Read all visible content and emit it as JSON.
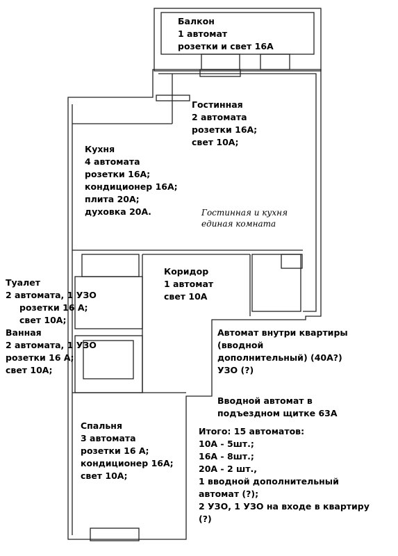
{
  "rooms": {
    "balcony": [
      "Балкон",
      "1 автомат",
      "розетки и свет 16А"
    ],
    "living": [
      "Гостинная",
      "2 автомата",
      "розетки 16А;",
      "свет 10А;"
    ],
    "kitchen": [
      "Кухня",
      "4 автомата",
      "розетки 16А;",
      "кондиционер 16А;",
      "плита 20А;",
      "духовка 20А."
    ],
    "living_note": [
      "Гостинная и кухня",
      "единая комната"
    ],
    "corridor": [
      "Коридор",
      "1 автомат",
      "свет 10А"
    ],
    "toilet": [
      "Туалет",
      "2 автомата, 1 УЗО",
      "розетки 16 А;",
      "свет 10А;"
    ],
    "bathroom": [
      "Ванная",
      "2 автомата, 1 УЗО",
      "розетки 16 А;",
      "свет 10А;"
    ],
    "bedroom": [
      "Спальня",
      "3 автомата",
      "розетки 16 А;",
      "кондиционер 16А;",
      "свет 10А;"
    ]
  },
  "notes": {
    "inner_breaker": [
      "Автомат внутри квартиры",
      "(вводной",
      "дополнительный) (40А?)",
      "УЗО (?)"
    ],
    "input_breaker": [
      "Вводной автомат в",
      "подъездном щитке 63А"
    ],
    "total": [
      "Итого: 15 автоматов:",
      "10А - 5шт.;",
      "16А - 8шт.;",
      "20А - 2 шт.,",
      "1 вводной дополнительный",
      "автомат (?);",
      "2 УЗО, 1 УЗО на входе в квартиру",
      "(?)"
    ]
  }
}
